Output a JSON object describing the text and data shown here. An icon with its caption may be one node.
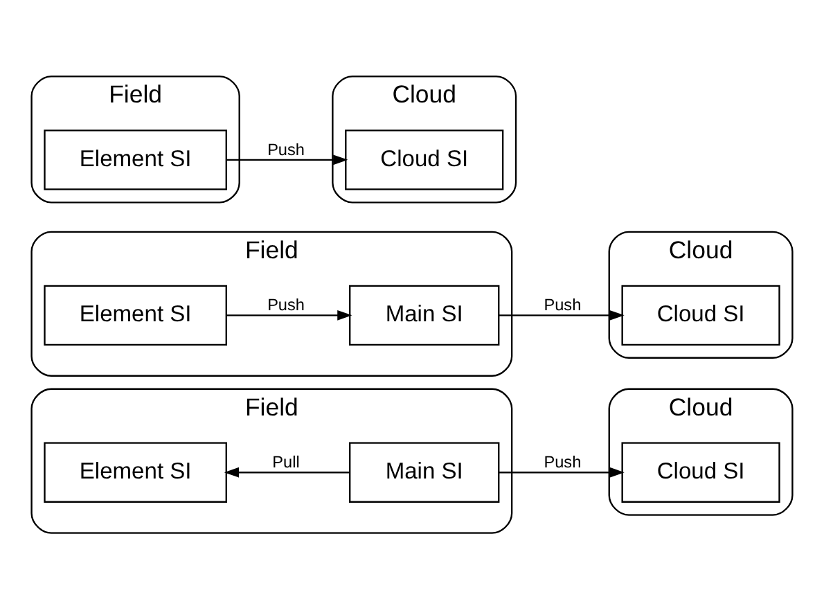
{
  "diagram": {
    "nodes": [
      {
        "text": [
          "Field"
        ]
      },
      {
        "text": [
          "Element SI"
        ],
        "in": 0
      },
      {
        "text": [
          "Main SI"
        ],
        "in": 0
      },
      {
        "text": [
          "Cloud"
        ]
      },
      {
        "text": [
          "Cloud SI"
        ],
        "in": 3
      },
      {
        "text": [
          "Field"
        ]
      },
      {
        "text": [
          "Element SI"
        ],
        "in": 5
      },
      {
        "text": [
          "Main SI"
        ],
        "in": 5
      },
      {
        "text": [
          "Cloud"
        ]
      },
      {
        "text": [
          "Cloud SI"
        ],
        "in": 8
      },
      {
        "text": [
          "Field"
        ]
      },
      {
        "text": [
          "Element SI"
        ],
        "in": 10
      },
      {
        "text": [
          "Cloud"
        ]
      },
      {
        "text": [
          "Cloud SI"
        ],
        "in": 12
      }
    ],
    "edges": [
      {
        "from": 2,
        "to": 1,
        "arrow": "to",
        "label": "Pull"
      },
      {
        "from": 2,
        "to": 4,
        "arrow": "to",
        "label": "Push"
      },
      {
        "from": 6,
        "to": 7,
        "arrow": "to",
        "label": "Push"
      },
      {
        "from": 7,
        "to": 9,
        "arrow": "to",
        "label": "Push"
      },
      {
        "from": 11,
        "to": 13,
        "arrow": "to",
        "label": "Push"
      }
    ]
  }
}
